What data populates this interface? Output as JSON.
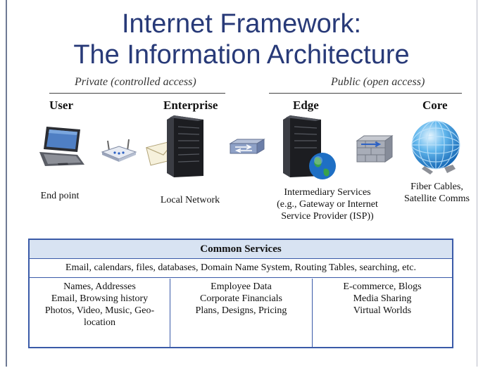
{
  "title": {
    "line1": "Internet Framework:",
    "line2": "The Information Architecture"
  },
  "sections": {
    "private": "Private (controlled access)",
    "public": "Public  (open access)"
  },
  "columns": {
    "user": "User",
    "enterprise": "Enterprise",
    "edge": "Edge",
    "core": "Core"
  },
  "captions": {
    "end_point": "End point",
    "local_network": "Local Network",
    "edge_line1": "Intermediary Services",
    "edge_line2": "(e.g., Gateway or Internet",
    "edge_line3": "Service Provider (ISP))",
    "core_line1": "Fiber Cables,",
    "core_line2": "Satellite Comms"
  },
  "icons": {
    "user": "laptop-icon",
    "user_link": "wireless-router-icon",
    "enterprise_mail": "email-envelope-icon",
    "enterprise": "server-tower-icon",
    "enterprise_link": "network-switch-icon",
    "edge": "server-globe-icon",
    "edge_link": "firewall-icon",
    "core": "globe-icon"
  },
  "colors": {
    "title": "#283a78",
    "box_border": "#3a5aa8",
    "box_header": "#d8e3f2"
  },
  "common_services": {
    "heading": "Common Services",
    "summary": "Email, calendars, files, databases, Domain Name System, Routing Tables, searching, etc.",
    "col1": [
      "Names, Addresses",
      "Email, Browsing history",
      "Photos, Video, Music, Geo-",
      "location"
    ],
    "col2": [
      "Employee Data",
      "Corporate Financials",
      "Plans, Designs, Pricing"
    ],
    "col3": [
      "E-commerce, Blogs",
      "Media Sharing",
      "Virtual Worlds"
    ]
  }
}
